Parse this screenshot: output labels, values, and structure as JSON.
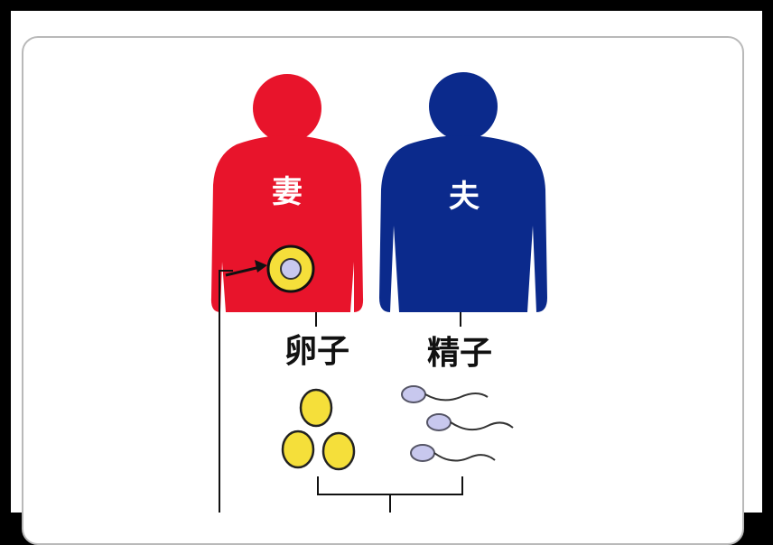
{
  "figures": {
    "wife": {
      "label": "妻",
      "color": "#e8142b"
    },
    "husband": {
      "label": "夫",
      "color": "#0b2a8c"
    }
  },
  "cells": {
    "egg_label": "卵子",
    "sperm_label": "精子",
    "egg_color": "#f5df3a",
    "sperm_color": "#c8c8ee"
  }
}
